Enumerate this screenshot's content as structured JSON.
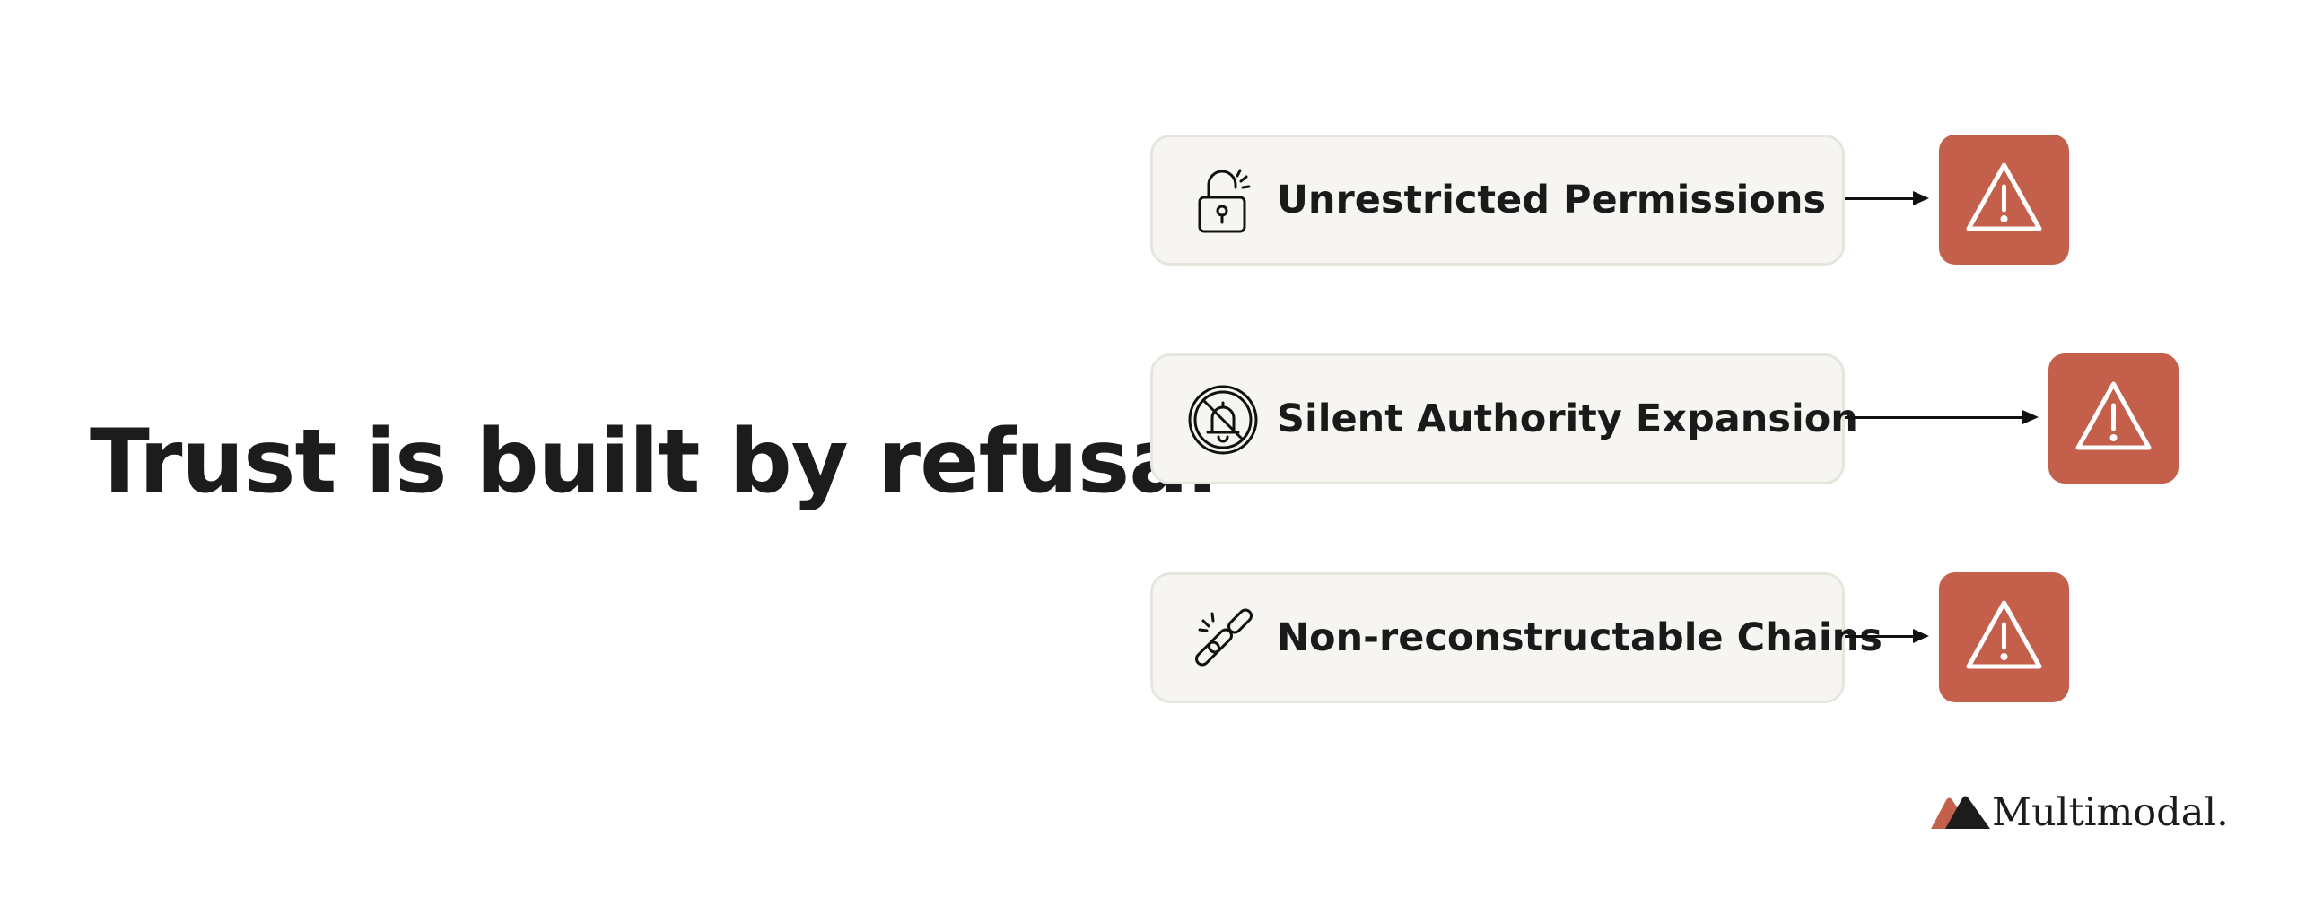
{
  "headline": "Trust is built by refusal",
  "items": [
    {
      "label": "Unrestricted Permissions",
      "icon": "unlocked-padlock-icon",
      "status_icon": "warning-icon"
    },
    {
      "label": "Silent Authority Expansion",
      "icon": "muted-bell-icon",
      "status_icon": "warning-icon"
    },
    {
      "label": "Non-reconstructable Chains",
      "icon": "broken-chain-icon",
      "status_icon": "warning-icon"
    }
  ],
  "brand": {
    "name": "Multimodal."
  },
  "colors": {
    "warning": "#c45f4c",
    "card_background": "#f6f5f1",
    "card_border": "#e6e6df",
    "text": "#1c1c1c"
  }
}
